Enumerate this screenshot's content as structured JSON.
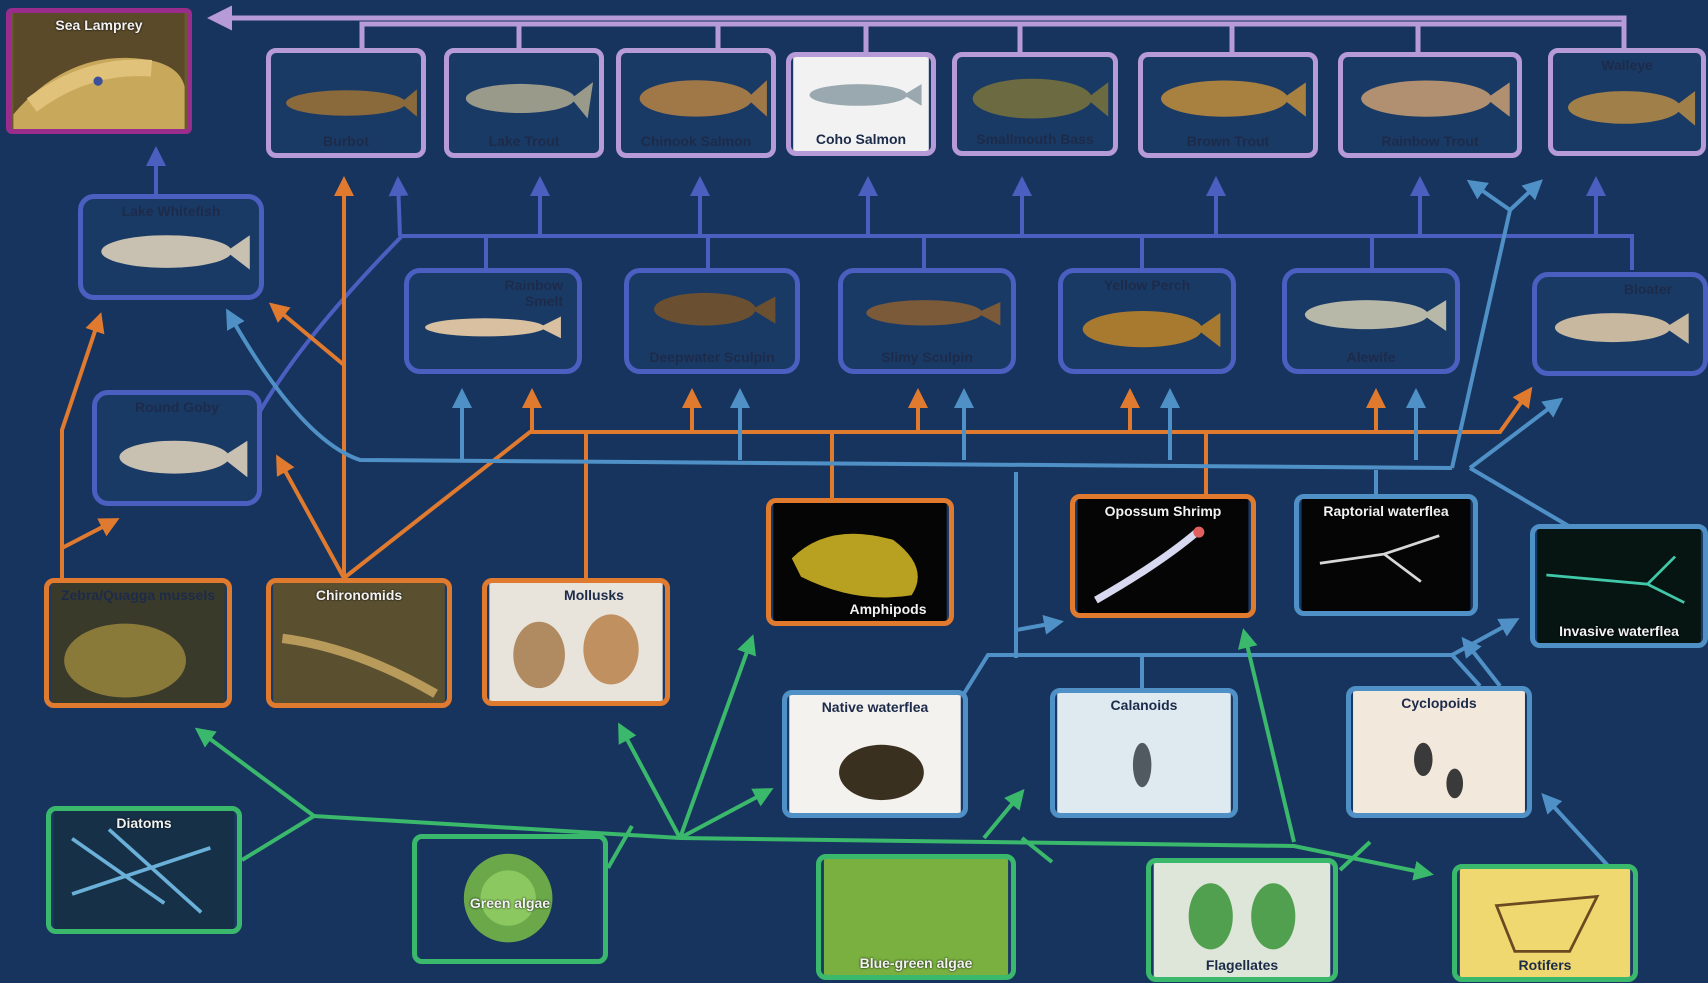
{
  "colors": {
    "background": "#17345e",
    "predator_border": "#b79ad8",
    "forage_fish_border": "#4a5fbf",
    "benthic_border": "#e07a2e",
    "zooplankton_border": "#4f91c6",
    "phytoplankton_border": "#3ab86b",
    "lamprey_border": "#9a2d8c",
    "arrow_purple": "#b79ad8",
    "arrow_orange": "#e07a2e",
    "arrow_blue": "#4f91c6",
    "arrow_green": "#3ab86b"
  },
  "nodes": {
    "sea_lamprey": "Sea Lamprey",
    "burbot": "Burbot",
    "lake_trout": "Lake Trout",
    "chinook_salmon": "Chinook Salmon",
    "coho_salmon": "Coho Salmon",
    "smallmouth_bass": "Smallmouth Bass",
    "brown_trout": "Brown Trout",
    "rainbow_trout": "Rainbow Trout",
    "walleye": "Walleye",
    "lake_whitefish": "Lake Whitefish",
    "rainbow_smelt": "Rainbow Smelt",
    "deepwater_sculpin": "Deepwater Sculpin",
    "slimy_sculpin": "Slimy Sculpin",
    "yellow_perch": "Yellow Perch",
    "alewife": "Alewife",
    "bloater": "Bloater",
    "round_goby": "Round Goby",
    "zebra_quagga": "Zebra/Quagga mussels",
    "chironomids": "Chironomids",
    "mollusks": "Mollusks",
    "amphipods": "Amphipods",
    "opossum_shrimp": "Opossum Shrimp",
    "raptorial_waterflea": "Raptorial  waterflea",
    "invasive_waterflea": "Invasive waterflea",
    "native_waterflea": "Native waterflea",
    "calanoids": "Calanoids",
    "cyclopoids": "Cyclopoids",
    "diatoms": "Diatoms",
    "green_algae": "Green algae",
    "blue_green_algae": "Blue-green algae",
    "flagellates": "Flagellates",
    "rotifers": "Rotifers"
  },
  "icons": {
    "fish": "fish-icon",
    "lamprey": "lamprey-icon",
    "crustacean": "crustacean-icon",
    "algae": "algae-icon"
  }
}
